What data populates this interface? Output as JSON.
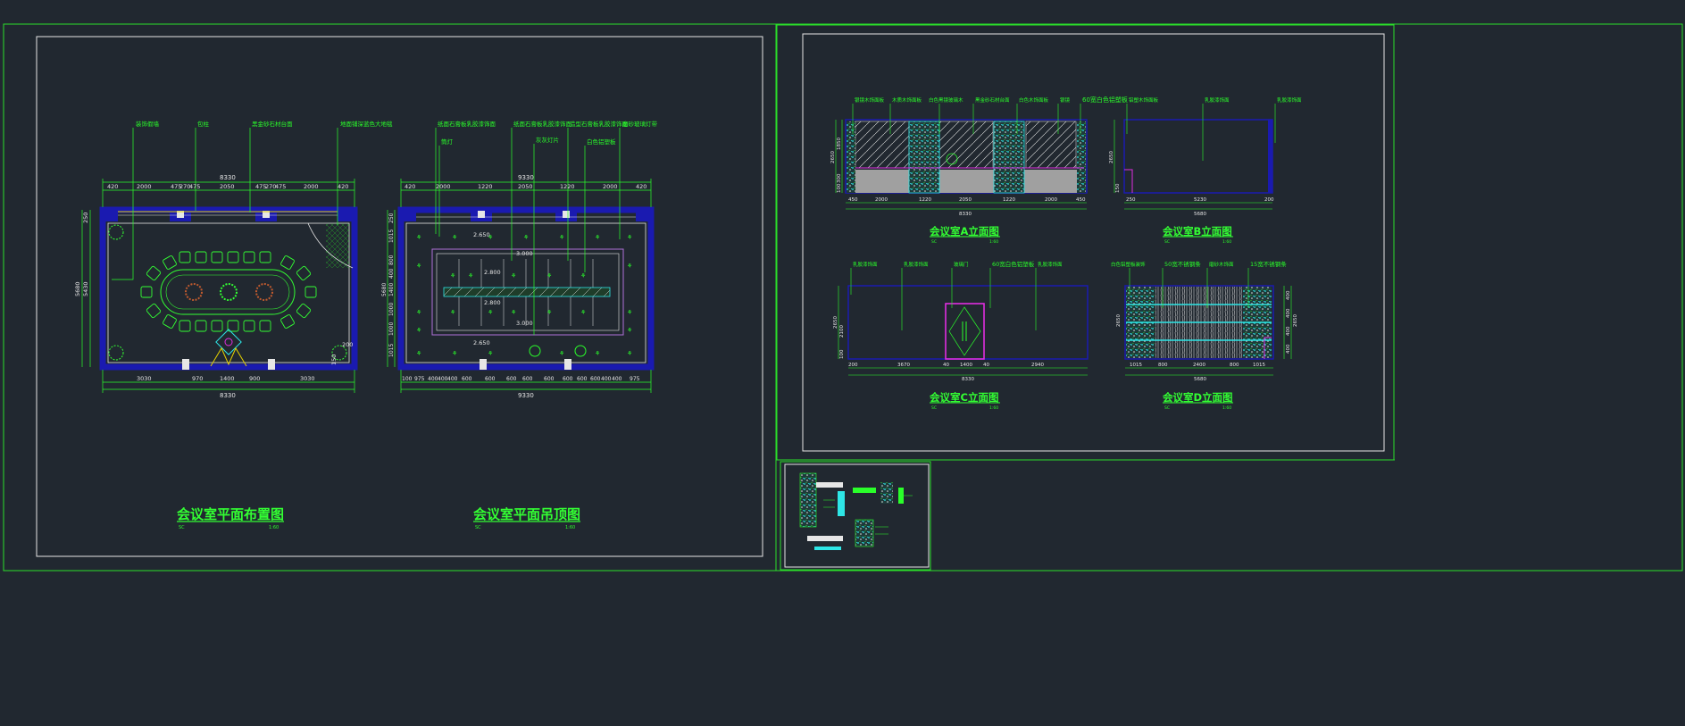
{
  "drawing": {
    "colors": {
      "background": "#212830",
      "frame": "#2adf2a",
      "sheet_border": "#e6e6e6",
      "wall": "#1a1ab0",
      "fixture_green": "#2aff2a",
      "dimension": "#2aff2a",
      "leader": "#2aff2a",
      "title": "#33ff33",
      "furniture": "#33ff33",
      "accent_cyan": "#2ee6e6",
      "accent_magenta": "#e02ee0",
      "accent_yellow": "#e6d200",
      "floor_grey": "#a0a0a0",
      "ceiling_frame": "#b070d8"
    },
    "plan_furniture": {
      "title": "会议室平面布置图",
      "scale": "1:60",
      "sheet_code": "SC",
      "overall_dim": "8330",
      "top_dims": [
        "420",
        "2000",
        "475",
        "270",
        "475",
        "2050",
        "475",
        "270",
        "475",
        "2000",
        "420"
      ],
      "bottom_dims": [
        "3030",
        "970",
        "1400",
        "900",
        "3030"
      ],
      "left_dims": [
        "250",
        "5430",
        "5680"
      ],
      "right_dims": [
        "200",
        "150"
      ],
      "labels": [
        "装饰假墙",
        "包柱",
        "黑金砂石材台面",
        "地面铺深蓝色大地毯"
      ]
    },
    "plan_ceiling": {
      "title": "会议室平面吊顶图",
      "scale": "1:60",
      "sheet_code": "SC",
      "overall_dim": "9330",
      "top_dims": [
        "420",
        "2000",
        "1220",
        "2050",
        "1220",
        "2000",
        "420"
      ],
      "bottom_dims": [
        "100",
        "975",
        "400",
        "400",
        "400",
        "600",
        "600",
        "600",
        "600",
        "600",
        "600",
        "600",
        "600",
        "400",
        "400",
        "975"
      ],
      "left_dims": [
        "250",
        "1015",
        "800",
        "400",
        "1400",
        "1000",
        "1000",
        "1015",
        "5680"
      ],
      "levels": [
        "2.650",
        "3.000",
        "2.800",
        "2.800",
        "3.000",
        "2.650"
      ],
      "labels": [
        "纸面石膏板乳胶漆饰面",
        "纸面石膏板乳胶漆饰面",
        "造型石膏板乳胶漆饰面",
        "磨砂玻璃灯带",
        "筒灯",
        "灰灰灯片",
        "白色铝塑板"
      ]
    },
    "elevation_a": {
      "title": "会议室A立面图",
      "scale": "1:60",
      "sheet_code": "SC",
      "overall_dim": "8330",
      "dims": [
        "450",
        "2000",
        "1220",
        "2050",
        "1220",
        "2000",
        "450"
      ],
      "heights": [
        "2650",
        "1850",
        "300",
        "100"
      ],
      "labels": [
        "银镜木饰面板",
        "木质木饰面板",
        "白色黑镜玻璃木",
        "黑金砂石材台面",
        "白色木饰面板",
        "银镜",
        "60宽白色铝塑板"
      ]
    },
    "elevation_b": {
      "title": "会议室B立面图",
      "scale": "1:60",
      "sheet_code": "SC",
      "overall_dim": "5680",
      "dims": [
        "250",
        "5230",
        "200"
      ],
      "heights": [
        "2650",
        "150"
      ],
      "labels": [
        "铝塑木饰面板",
        "乳胶漆饰面",
        "乳胶漆饰面"
      ]
    },
    "elevation_c": {
      "title": "会议室C立面图",
      "scale": "1:60",
      "sheet_code": "SC",
      "overall_dim": "8330",
      "dims": [
        "200",
        "3670",
        "40",
        "1400",
        "40",
        "2940"
      ],
      "heights": [
        "2650",
        "2100",
        "100"
      ],
      "labels": [
        "乳胶漆饰面",
        "乳胶漆饰面",
        "玻璃门",
        "60宽白色铝塑板",
        "乳胶漆饰面"
      ]
    },
    "elevation_d": {
      "title": "会议室D立面图",
      "scale": "1:60",
      "sheet_code": "SC",
      "overall_dim": "5680",
      "dims": [
        "1015",
        "800",
        "2400",
        "800",
        "1015"
      ],
      "heights": [
        "2650",
        "400",
        "400",
        "400",
        "400",
        "400"
      ],
      "labels": [
        "白色铝塑板装饰",
        "50宽不锈钢条",
        "磨砂木饰面",
        "15宽不锈钢条"
      ]
    }
  }
}
